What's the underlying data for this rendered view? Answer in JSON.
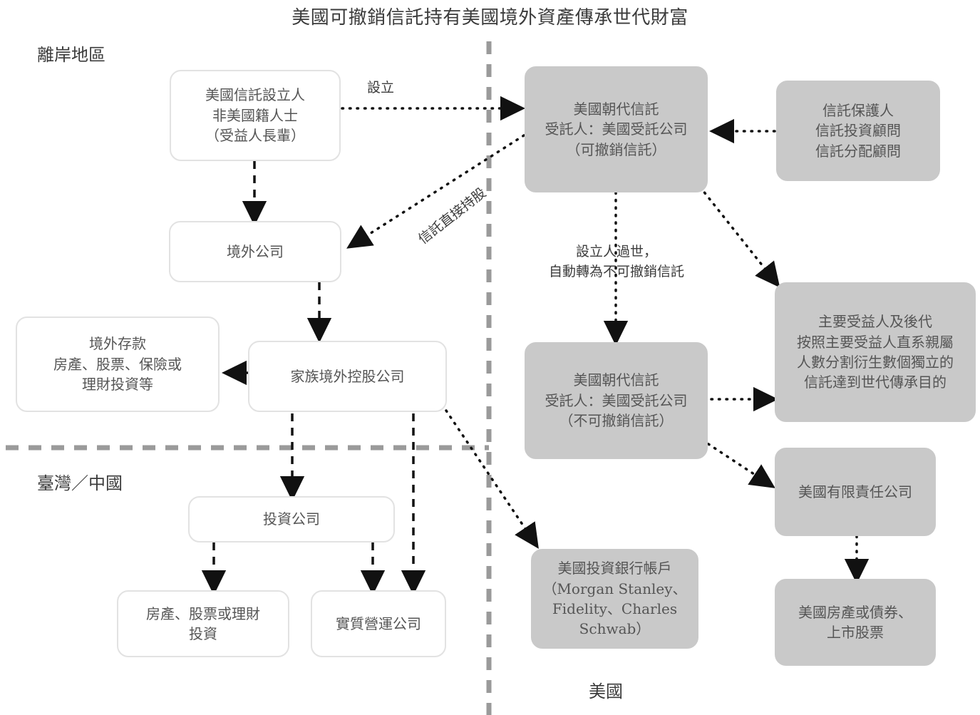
{
  "title": "美國可撤銷信託持有美國境外資產傳承世代財富",
  "regions": {
    "offshore": "離岸地區",
    "taiwan_china": "臺灣／中國",
    "usa": "美國"
  },
  "colors": {
    "gray_fill": "#c9c9c9",
    "white_fill": "#ffffff",
    "box_border": "#e2e2e2",
    "divider": "#9a9a9a",
    "text": "#555555",
    "label_text": "#3b3b3b",
    "arrow": "#111111"
  },
  "nodes": [
    {
      "id": "settlor",
      "label": "美國信託設立人\n非美國籍人士\n（受益人長輩）",
      "style": "white"
    },
    {
      "id": "offshore_co",
      "label": "境外公司",
      "style": "white"
    },
    {
      "id": "offshore_assets",
      "label": "境外存款\n房產、股票、保險或\n理財投資等",
      "style": "white"
    },
    {
      "id": "family_holding",
      "label": "家族境外控股公司",
      "style": "white"
    },
    {
      "id": "invest_co",
      "label": "投資公司",
      "style": "white"
    },
    {
      "id": "property_stock",
      "label": "房產、股票或理財\n投資",
      "style": "white"
    },
    {
      "id": "operating_co",
      "label": "實質營運公司",
      "style": "white"
    },
    {
      "id": "dynasty_rev",
      "label": "美國朝代信託\n受託人：美國受託公司\n（可撤銷信託）",
      "style": "gray"
    },
    {
      "id": "protector",
      "label": "信託保護人\n信託投資顧問\n信託分配顧問",
      "style": "gray"
    },
    {
      "id": "dynasty_irrev",
      "label": "美國朝代信託\n受託人：美國受託公司\n（不可撤銷信託）",
      "style": "gray"
    },
    {
      "id": "beneficiaries",
      "label": "主要受益人及後代\n按照主要受益人直系親屬\n人數分割衍生數個獨立的\n信託達到世代傳承目的",
      "style": "gray"
    },
    {
      "id": "us_llc",
      "label": "美國有限責任公司",
      "style": "gray"
    },
    {
      "id": "us_bank",
      "label": "美國投資銀行帳戶\n（Morgan Stanley、\nFidelity、Charles\nSchwab）",
      "style": "gray"
    },
    {
      "id": "us_property",
      "label": "美國房產或債券、\n上市股票",
      "style": "gray"
    }
  ],
  "edge_labels": {
    "establish": "設立",
    "trust_direct_holding": "信託直接持股",
    "settlor_death": "設立人過世，\n自動轉為不可撤銷信託"
  }
}
